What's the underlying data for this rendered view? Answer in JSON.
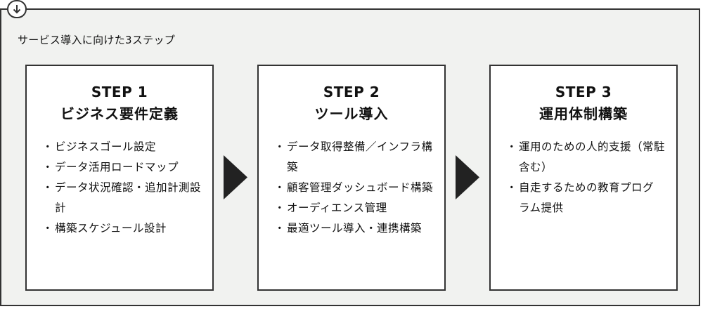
{
  "heading": "サービス導入に向けた3ステップ",
  "badge_icon": "down-arrow-circle-icon",
  "colors": {
    "border": "#333333",
    "panel_background": "#f1f2f0",
    "card_background": "#ffffff",
    "arrow": "#222222",
    "text": "#111111"
  },
  "steps": [
    {
      "label": "STEP 1",
      "title": "ビジネス要件定義",
      "items": [
        "ビジネスゴール設定",
        "データ活用ロードマップ",
        "データ状況確認・追加計測設計",
        "構築スケジュール設計"
      ]
    },
    {
      "label": "STEP 2",
      "title": "ツール導入",
      "items": [
        "データ取得整備／インフラ構築",
        "顧客管理ダッシュボード構築",
        "オーディエンス管理",
        "最適ツール導入・連携構築"
      ]
    },
    {
      "label": "STEP 3",
      "title": "運用体制構築",
      "items": [
        "運用のための人的支援（常駐含む）",
        "自走するための教育プログラム提供"
      ]
    }
  ]
}
